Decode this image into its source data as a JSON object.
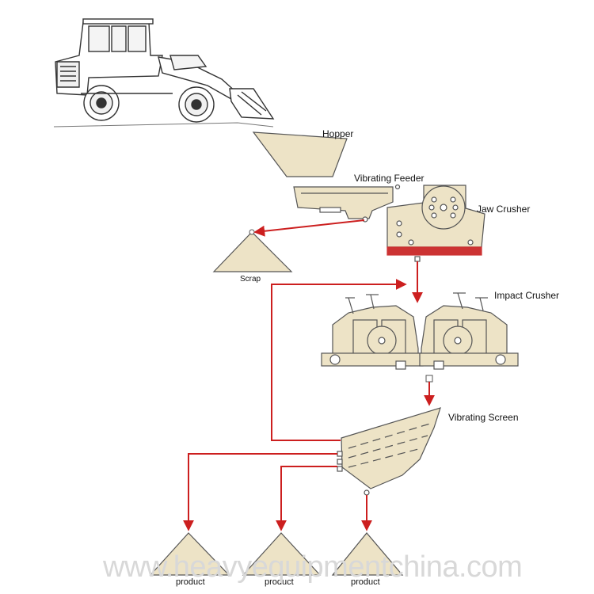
{
  "labels": {
    "hopper": "Hopper",
    "vibrating_feeder": "Vibrating Feeder",
    "jaw_crusher": "Jaw Crusher",
    "scrap": "Scrap",
    "impact_crusher": "Impact Crusher",
    "vibrating_screen": "Vibrating Screen",
    "product_1": "product",
    "product_2": "product",
    "product_3": "product"
  },
  "watermark": "www.heavyequipmentchina.com",
  "colors": {
    "flow_arrow": "#cc1f1f",
    "equipment_fill": "#ede3c6",
    "outline": "#555555",
    "text": "#111111"
  }
}
